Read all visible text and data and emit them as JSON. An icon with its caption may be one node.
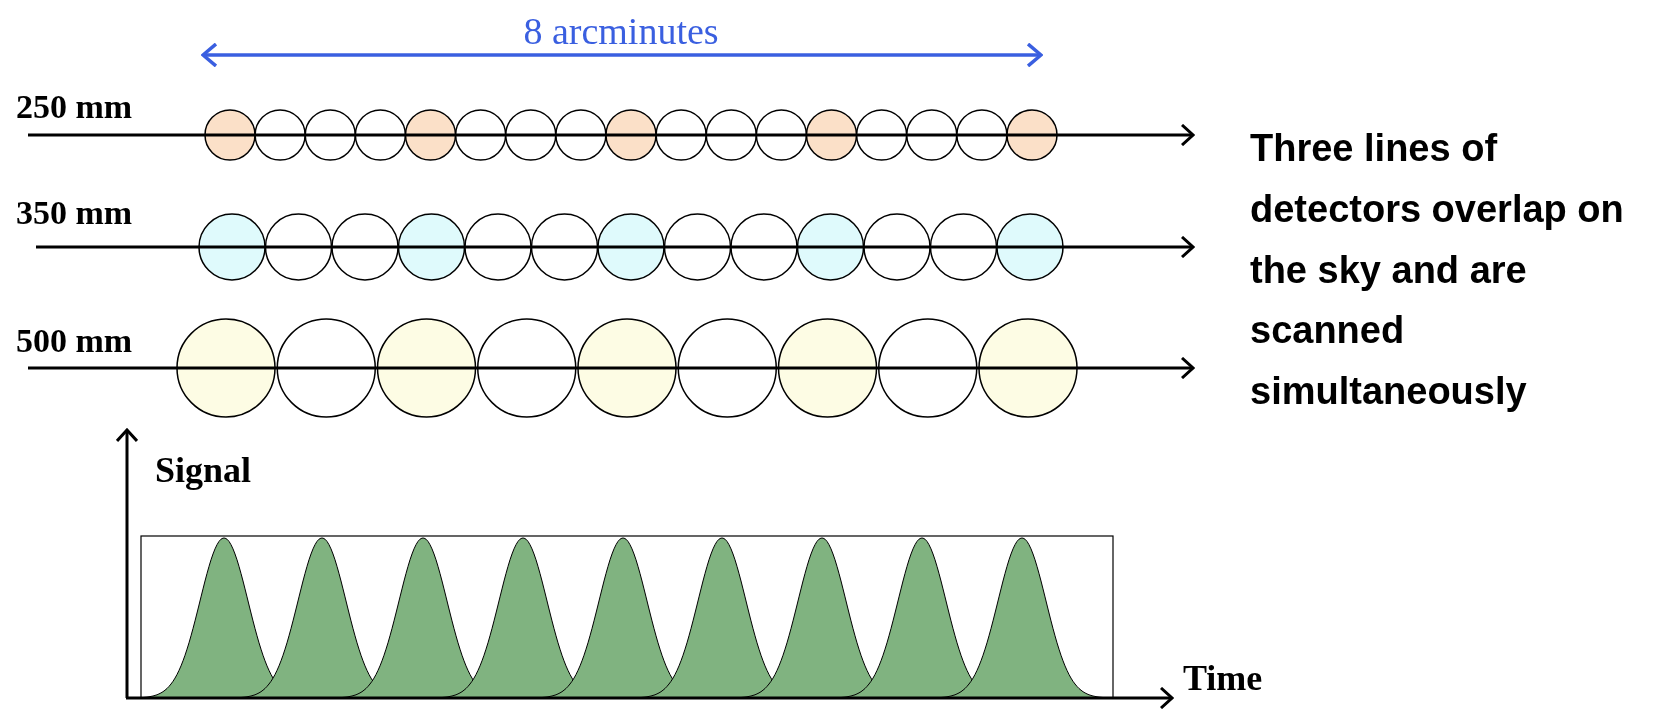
{
  "diagram": {
    "labels": [
      "8 arcminutes",
      "250 mm",
      "350 mm",
      "500 mm",
      "Three lines of detectors overlap on the sky and are scanned simultaneously",
      "Signal",
      "Time"
    ]
  }
}
